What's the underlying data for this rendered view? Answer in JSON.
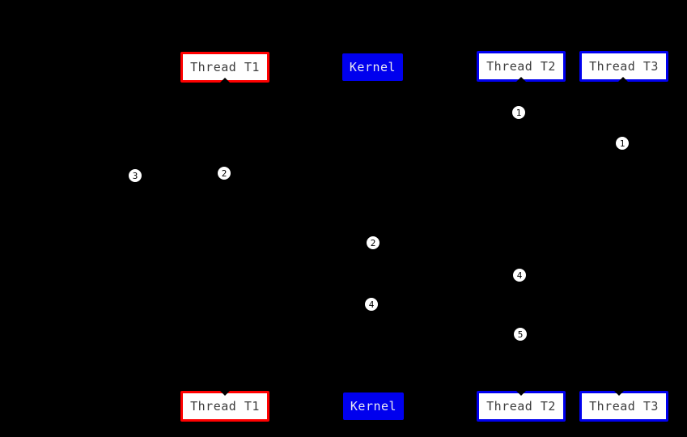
{
  "diagram": {
    "colors": {
      "background": "#000000",
      "red_accent": "#ff0000",
      "blue_accent": "#0000ee",
      "box_fill": "#ffffff",
      "thread_label_text": "#3d3d3d",
      "kernel_label_text": "#e9e9f2",
      "marker_fill": "#ffffff",
      "marker_border": "#000000",
      "marker_text": "#000000"
    },
    "top_row": [
      {
        "label": "Thread T1"
      },
      {
        "label": "Kernel"
      },
      {
        "label": "Thread T2"
      },
      {
        "label": "Thread T3"
      }
    ],
    "bottom_row": [
      {
        "label": "Thread T1"
      },
      {
        "label": "Kernel"
      },
      {
        "label": "Thread T2"
      },
      {
        "label": "Thread T3"
      }
    ],
    "markers": [
      {
        "label": "1"
      },
      {
        "label": "1"
      },
      {
        "label": "3"
      },
      {
        "label": "2"
      },
      {
        "label": "2"
      },
      {
        "label": "4"
      },
      {
        "label": "4"
      },
      {
        "label": "5"
      }
    ]
  }
}
